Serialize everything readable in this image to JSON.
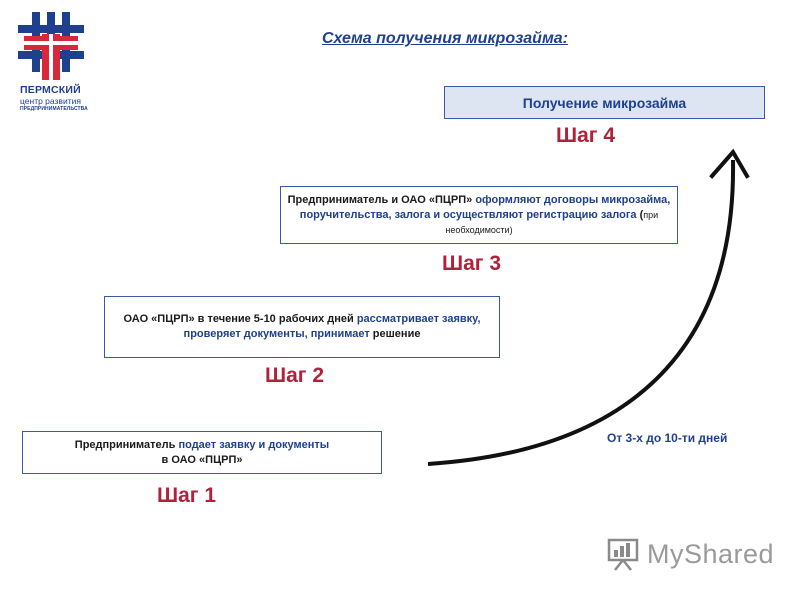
{
  "title": "Схема получения микрозайма:",
  "logo": {
    "line1": "ПЕРМСКИЙ",
    "line2": "центр развития",
    "line3": "ПРЕДПРИНИМАТЕЛЬСТВА",
    "icon": "cross-lattice-logo-icon",
    "colors": {
      "blue": "#1f3f8f",
      "red": "#d8283c"
    }
  },
  "steps": [
    {
      "label": "Шаг 1",
      "text_parts": [
        {
          "text": "Предприниматель ",
          "style": "black"
        },
        {
          "text": "подает заявку и документы",
          "style": "blue"
        },
        {
          "text": " в ОАО «ПЦРП»",
          "style": "black"
        }
      ]
    },
    {
      "label": "Шаг 2",
      "text_parts": [
        {
          "text": "ОАО «ПЦРП» в течение 5-10 рабочих дней ",
          "style": "black"
        },
        {
          "text": "рассматривает заявку, проверяет документы, принимает",
          "style": "blue"
        },
        {
          "text": " решение",
          "style": "black"
        }
      ]
    },
    {
      "label": "Шаг 3",
      "text_parts": [
        {
          "text": "Предприниматель и ОАО «ПЦРП» ",
          "style": "black"
        },
        {
          "text": "оформляют договоры микрозайма, поручительства, залога  и осуществляют регистрацию залога",
          "style": "blue"
        },
        {
          "text": " (",
          "style": "black"
        },
        {
          "text": "при необходимости)",
          "style": "small"
        }
      ]
    },
    {
      "label": "Шаг 4",
      "text": "Получение микрозайма"
    }
  ],
  "duration": "От 3-х до 10-ти дней",
  "watermark": {
    "text": "MyShared",
    "icon": "presentation-board-icon"
  },
  "colors": {
    "step_label": "#b2213a",
    "box_border": "#3a5aa8",
    "box4_fill": "#dde4f2",
    "text_blue": "#1f3f8f",
    "arrow": "#111111"
  }
}
